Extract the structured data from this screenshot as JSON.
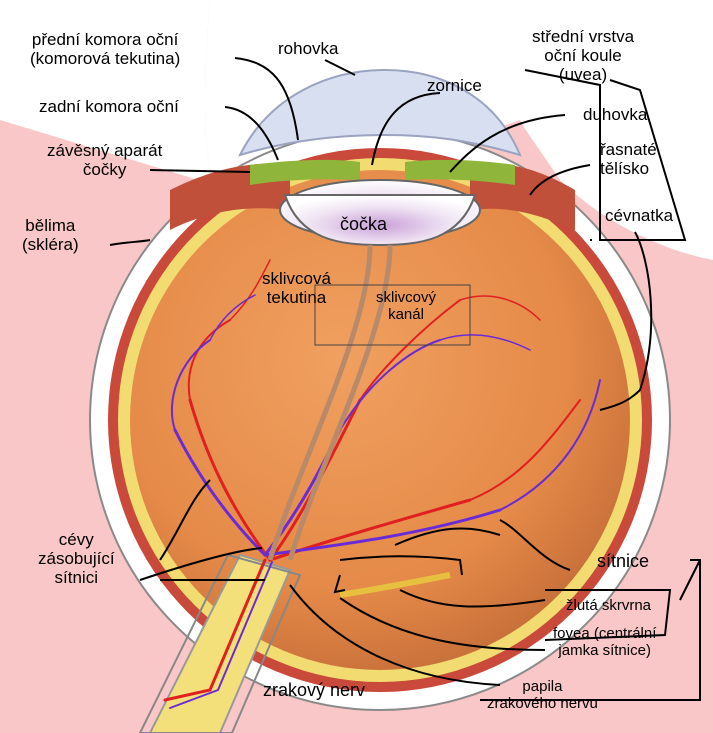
{
  "labels": {
    "anterior_chamber": [
      "přední komora oční",
      "(komorová tekutina)"
    ],
    "cornea": "rohovka",
    "posterior_chamber": "zadní komora oční",
    "pupil": "zornice",
    "zonule": [
      "závěsný aparát",
      "čočky"
    ],
    "uvea": [
      "střední vrstva",
      "oční koule",
      "(uvea)"
    ],
    "iris": "duhovka",
    "ciliary_body": [
      "řasnaté",
      "tělísko"
    ],
    "lens": "čočka",
    "sclera": [
      "bělima",
      "(skléra)"
    ],
    "choroid": "cévnatka",
    "vitreous_humor": [
      "sklivcová",
      "tekutina"
    ],
    "hyaloid_canal": [
      "sklivcový",
      "kanál"
    ],
    "retinal_vessels": [
      "cévy",
      "zásobující",
      "sítnici"
    ],
    "retina": "sítnice",
    "macula": "žlutá skrvrna",
    "fovea": [
      "fovea (centrální",
      "jamka sítnice)"
    ],
    "optic_nerve": "zrakový nerv",
    "optic_disc": [
      "papila",
      "zrakového nervu"
    ]
  },
  "colors": {
    "background": "#f9c7c7",
    "eye_body": "#e8904f",
    "sclera": "#ffffff",
    "retina": "#f3e07a",
    "artery": "#e02020",
    "vein": "#6a2bd6",
    "lens": "#ffffff",
    "cornea": "#d8dff0",
    "iris": "#8fb53a",
    "ciliary": "#c0503a"
  }
}
